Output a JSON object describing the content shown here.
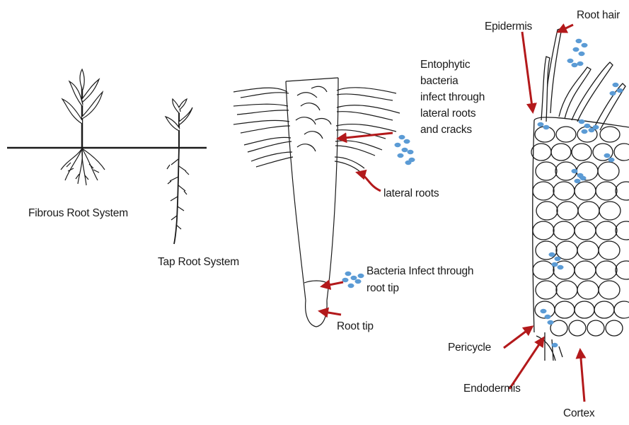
{
  "labels": {
    "fibrous_root_system": "Fibrous Root System",
    "tap_root_system": "Tap Root System",
    "entophytic_bacteria": [
      "Entophytic",
      "bacteria",
      "infect through",
      "lateral roots",
      "and cracks"
    ],
    "lateral_roots": "lateral roots",
    "bacteria_infect_root_tip": [
      "Bacteria Infect through",
      "root tip"
    ],
    "root_tip": "Root tip",
    "epidermis": "Epidermis",
    "root_hair": "Root hair",
    "pericycle": "Pericycle",
    "endodermis": "Endodermis",
    "cortex": "Cortex"
  },
  "colors": {
    "arrow": "#b3191b",
    "bacteria": "#5b9bd5",
    "ink": "#1a1a1a"
  }
}
